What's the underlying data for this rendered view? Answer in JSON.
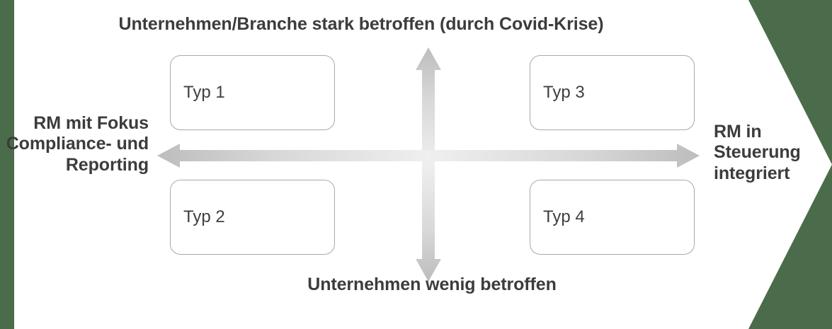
{
  "diagram": {
    "title_top": "Unternehmen/Branche stark betroffen (durch Covid-Krise)",
    "title_bottom": "Unternehmen wenig betroffen",
    "title_left": "RM mit Fokus Compliance- und Reporting",
    "title_right": "RM in Steuerung integriert",
    "quadrants": [
      {
        "id": "top-left",
        "label": "Typ 1"
      },
      {
        "id": "top-right",
        "label": "Typ 3"
      },
      {
        "id": "bottom-left",
        "label": "Typ 2"
      },
      {
        "id": "bottom-right",
        "label": "Typ 4"
      }
    ],
    "colors": {
      "accent_green": "#4b6c4a",
      "box_border": "#a9a9a9",
      "text_dark": "#3c3c3c",
      "arrow_gray_dark": "#bfbfbf",
      "arrow_gray_light": "#eeeeee",
      "background": "#ffffff"
    },
    "axes": {
      "vertical": {
        "name": "betroffenheit-axis",
        "type": "double-headed-arrow",
        "orientation": "vertical"
      },
      "horizontal": {
        "name": "rm-integration-axis",
        "type": "double-headed-arrow",
        "orientation": "horizontal"
      }
    }
  }
}
